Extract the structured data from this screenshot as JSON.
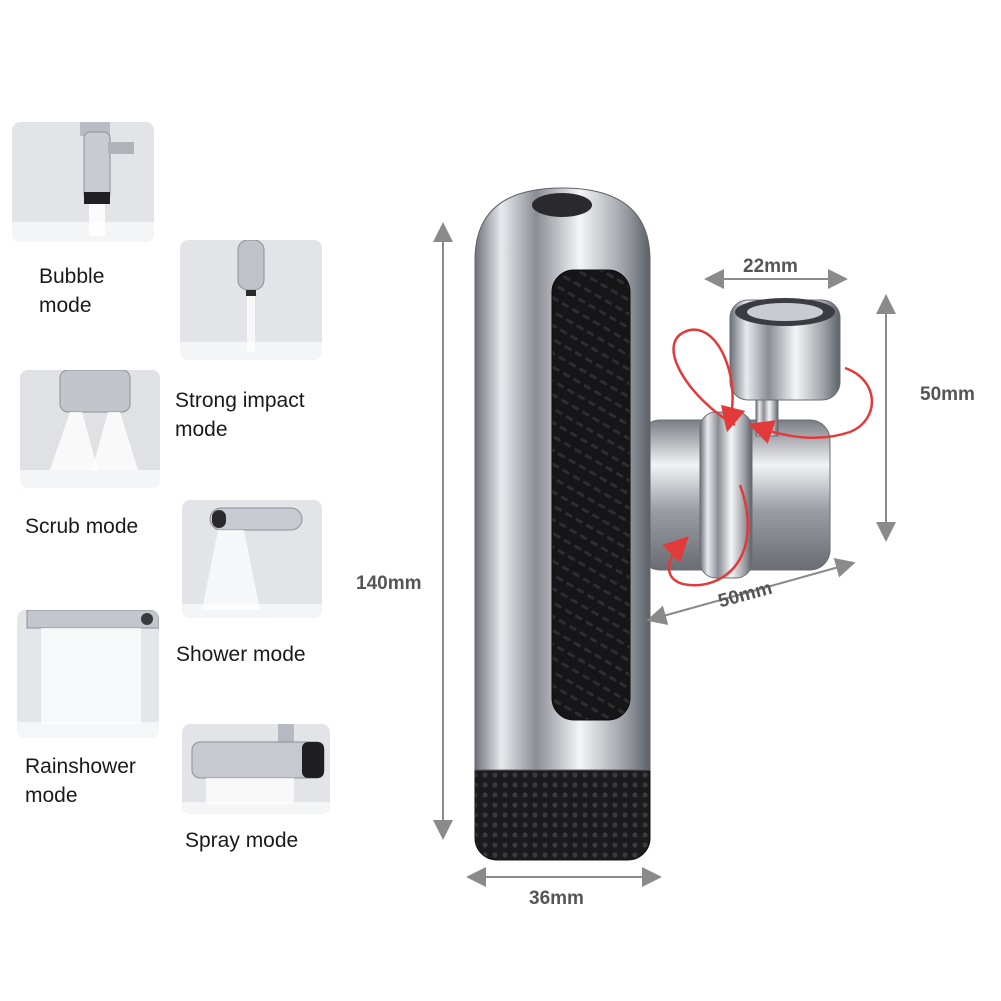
{
  "modes": [
    {
      "id": "bubble",
      "label": "Bubble\nmode"
    },
    {
      "id": "strong-impact",
      "label": "Strong impact\nmode"
    },
    {
      "id": "scrub",
      "label": "Scrub mode"
    },
    {
      "id": "shower",
      "label": "Shower mode"
    },
    {
      "id": "rainshower",
      "label": "Rainshower\nmode"
    },
    {
      "id": "spray",
      "label": "Spray mode"
    }
  ],
  "dimensions": {
    "height": "140mm",
    "base_width": "36mm",
    "arm_length": "50mm",
    "aerator_height": "50mm",
    "aerator_width": "22mm"
  },
  "colors": {
    "chrome": "#c9ccd2",
    "dark": "#1a1a1c",
    "arrow_red": "#e23a3a",
    "dim_line": "#8a8a8a",
    "thumb_bg": "#e4e6ea"
  }
}
